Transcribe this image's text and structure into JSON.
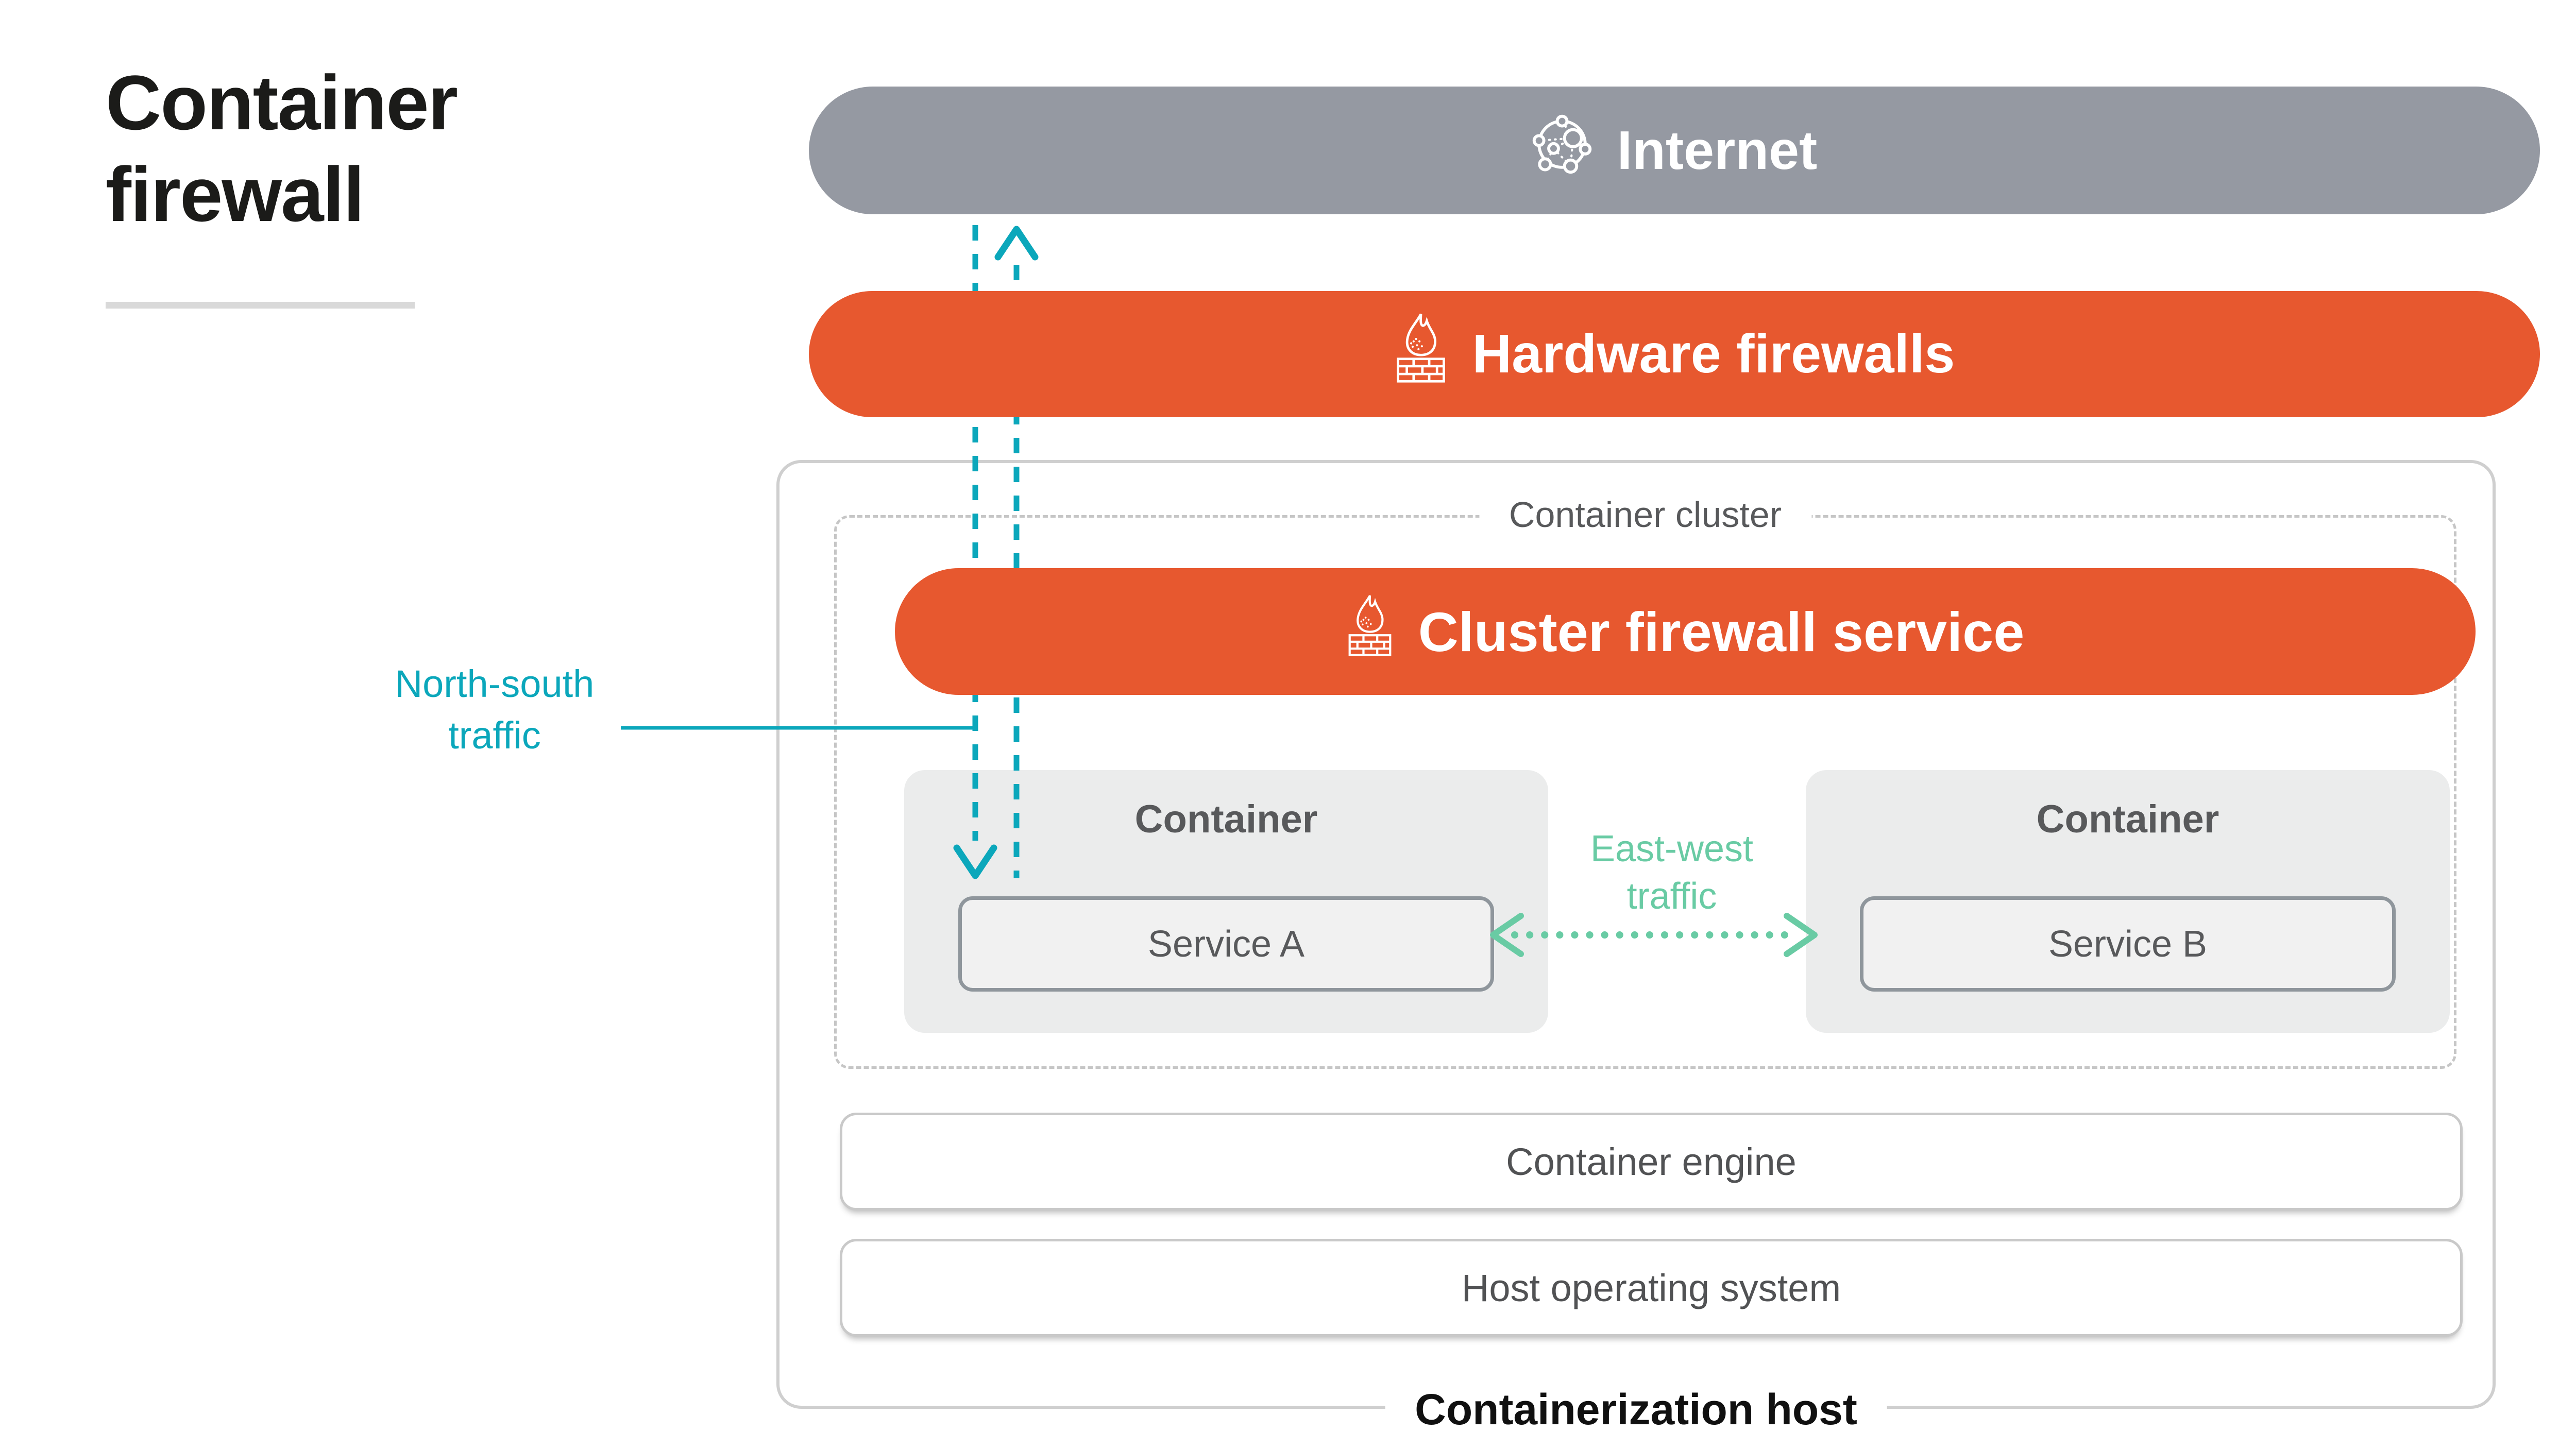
{
  "page": {
    "title_lines": [
      "Container",
      "firewall"
    ]
  },
  "banners": {
    "internet": {
      "label": "Internet",
      "icon": "globe-network-icon"
    },
    "hardware_firewalls": {
      "label": "Hardware firewalls",
      "icon": "firewall-flame-icon"
    }
  },
  "host": {
    "label": "Containerization host",
    "cluster": {
      "label": "Container cluster",
      "firewall_banner": {
        "label": "Cluster firewall service",
        "icon": "firewall-flame-icon"
      },
      "containers": [
        {
          "title": "Container",
          "service": "Service A"
        },
        {
          "title": "Container",
          "service": "Service B"
        }
      ]
    },
    "layers": [
      {
        "label": "Container engine"
      },
      {
        "label": "Host operating system"
      }
    ]
  },
  "annotations": {
    "north_south": {
      "line1": "North-south",
      "line2": "traffic"
    },
    "east_west": {
      "line1": "East-west",
      "line2": "traffic"
    }
  },
  "colors": {
    "orange": "#E7582F",
    "gray_banner": "#9599A2",
    "teal": "#0BA7BB",
    "green": "#69CBA4",
    "text_dark": "#58595B"
  }
}
